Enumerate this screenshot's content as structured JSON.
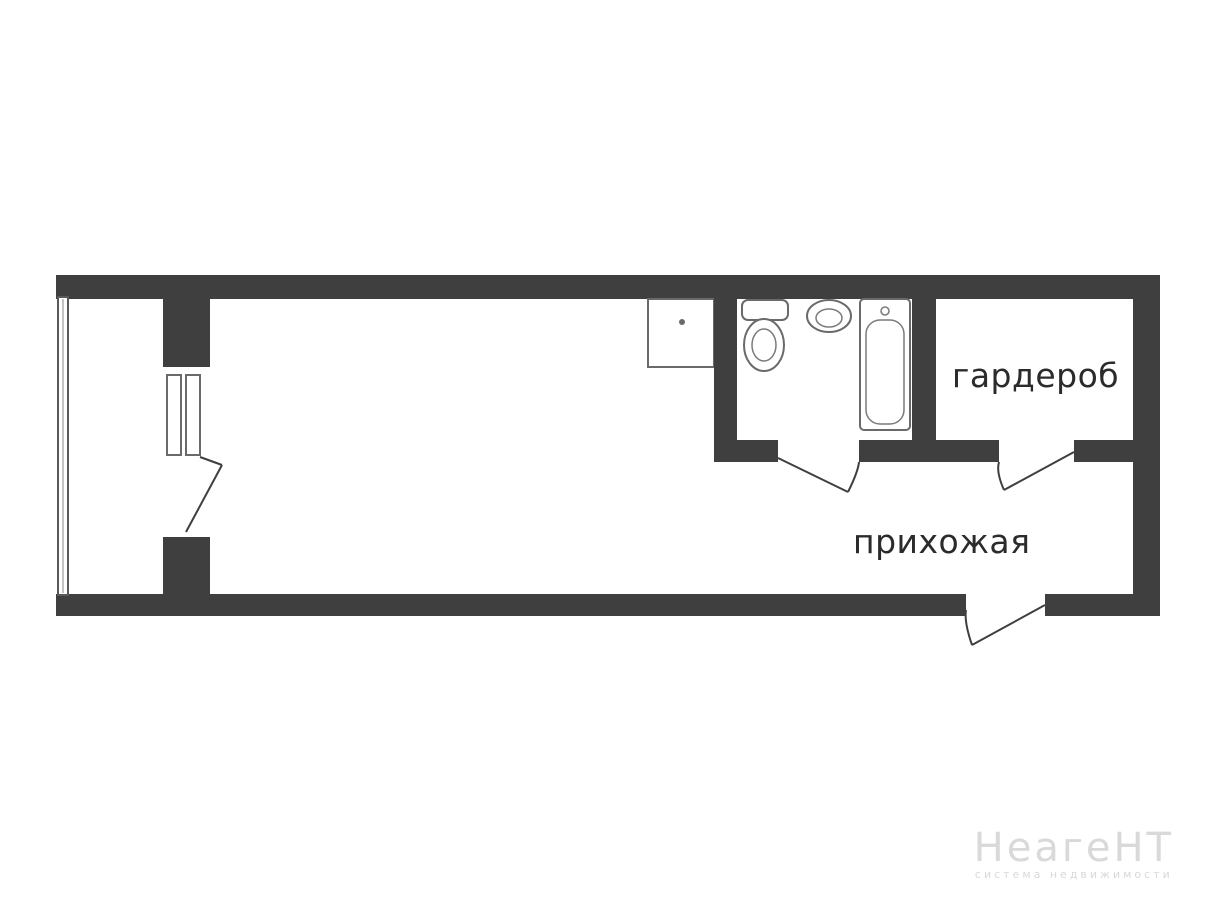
{
  "rooms": {
    "wardrobe": "гардероб",
    "hallway": "прихожая"
  },
  "watermark": {
    "brand": "НеагеНТ",
    "tagline": "система недвижимости"
  },
  "colors": {
    "wall": "#3f3f3f",
    "label": "#2b2b2b",
    "watermark": "#d9d9d9",
    "background": "#ffffff"
  }
}
